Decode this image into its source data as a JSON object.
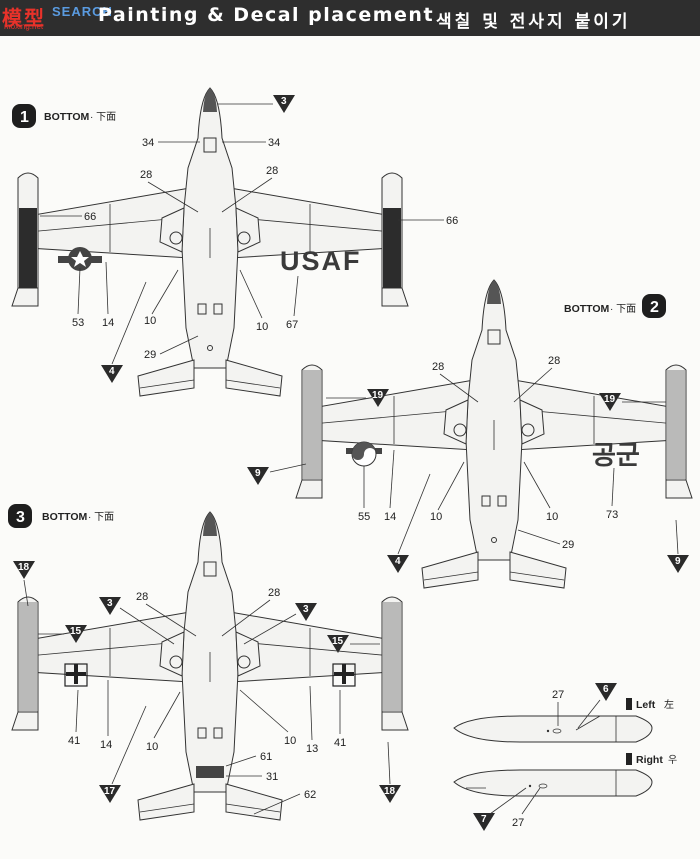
{
  "header": {
    "title": "Painting & Decal placement",
    "subtitle": "색칠 및 전사지 붙이기",
    "logo_top": "模型",
    "logo_search": "SEARCH",
    "logo_url": "moxing.net"
  },
  "views": [
    {
      "number": "1",
      "label": "BOTTOM",
      "sub": "· 下面"
    },
    {
      "number": "2",
      "label": "BOTTOM",
      "sub": "· 下面"
    },
    {
      "number": "3",
      "label": "BOTTOM",
      "sub": "· 下面"
    }
  ],
  "markings": {
    "usaf": "USAF",
    "roka": "공군"
  },
  "tank_views": {
    "left_label": "Left",
    "left_sub": "左",
    "right_label": "Right",
    "right_sub": "우"
  },
  "callouts": {
    "v1": [
      "3",
      "34",
      "34",
      "28",
      "28",
      "66",
      "66",
      "53",
      "14",
      "10",
      "10",
      "67",
      "29",
      "4"
    ],
    "v2": [
      "28",
      "28",
      "19",
      "19",
      "9",
      "55",
      "14",
      "10",
      "10",
      "73",
      "29",
      "4",
      "9"
    ],
    "v3": [
      "18",
      "3",
      "28",
      "28",
      "3",
      "15",
      "15",
      "41",
      "14",
      "10",
      "10",
      "13",
      "41",
      "61",
      "31",
      "62",
      "17",
      "18"
    ],
    "tanks": [
      "27",
      "6",
      "7",
      "27"
    ]
  }
}
